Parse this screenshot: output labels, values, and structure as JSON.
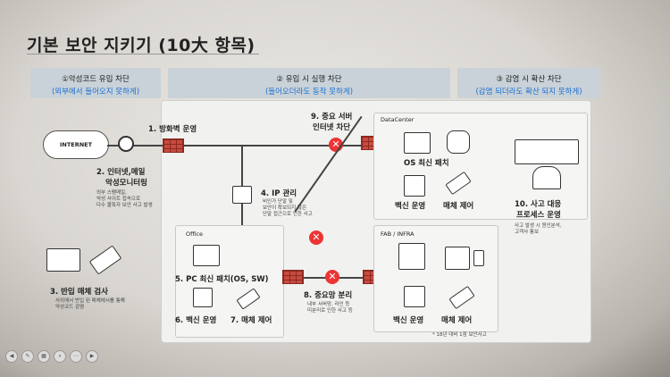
{
  "title": "기본 보안 지키기 (10大 항목)",
  "phases": [
    {
      "title": "①악성코드 유입 차단",
      "subtitle": "(외부에서 들어오지 못하게)"
    },
    {
      "title": "② 유입 시 실행 차단",
      "subtitle": "(들어오더라도 동작 못하게)"
    },
    {
      "title": "③ 감염 시 확산 차단",
      "subtitle": "(감염 되더라도 확산 되지 못하게)"
    }
  ],
  "internet": "INTERNET",
  "items": {
    "i1": "1. 방화벽 운영",
    "i2a": "2. 인터넷,메일",
    "i2b": "악성모니터링",
    "i2sub": "외부 스팸메일,\n악성 사이트 접속으로\n다수 불특자 보안 사고 발생",
    "i3": "3. 반입 매체 검사",
    "i3sub": "사외에서 반입 된 매체에서를 통해\n악성코드 감염",
    "i4": "4. IP 관리",
    "i4sub": "비인가 단말 및\n보안이 확보되지 않은\n단말 접근으로 인한 사고",
    "i5": "5. PC 최신 패치(OS, SW)",
    "i6": "6. 백신 운영",
    "i7": "7. 매체 제어",
    "i8": "8. 중요망 분리",
    "i8sub": "내부 서버망, 라인 등\n미분리로 인한 사고 등",
    "i9a": "9. 중요 서버",
    "i9b": "인터넷 차단",
    "i10a": "10. 사고 대응",
    "i10b": "프로세스 운영",
    "i10sub": "사고 발생 시 원인분석,\n고객사 통보"
  },
  "datacenter": {
    "label": "DataCenter",
    "patch": "OS 최신 패치",
    "vaccine": "백신 운영",
    "media": "매체 제어"
  },
  "office": {
    "label": "Office"
  },
  "fab": {
    "label": "FAB / INFRA",
    "vaccine": "백신 운영",
    "media": "매체 제어"
  },
  "footnote": "* 18년 대비 1점 보안사고",
  "colors": {
    "accent": "#1b6fd1",
    "firewall": "#c94a3e",
    "block": "#e33333"
  }
}
